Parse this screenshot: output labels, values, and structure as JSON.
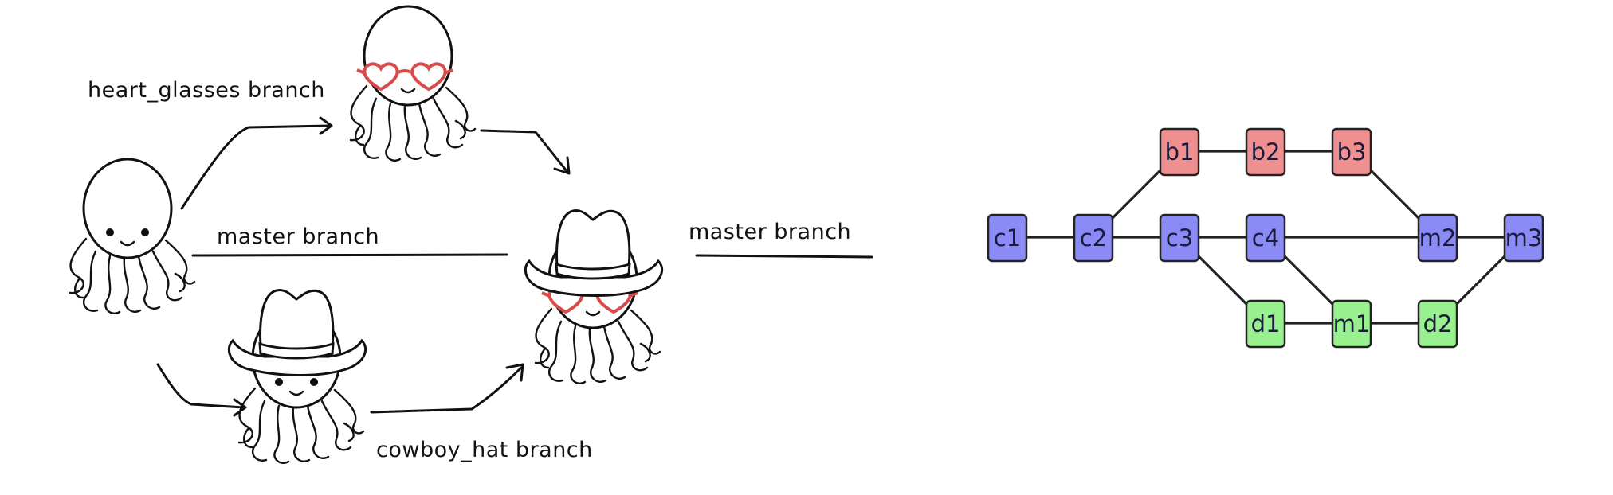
{
  "left_diagram": {
    "labels": {
      "heart_glasses_branch": "heart_glasses branch",
      "master_branch_left": "master branch",
      "master_branch_right": "master branch",
      "cowboy_hat_branch": "cowboy_hat branch"
    }
  },
  "right_graph": {
    "colors": {
      "master": "#8b8bf5",
      "b_branch": "#f08f8f",
      "d_branch": "#98f08e",
      "edge": "#222222"
    },
    "nodes": {
      "c1": "c1",
      "c2": "c2",
      "c3": "c3",
      "c4": "c4",
      "m2": "m2",
      "m3": "m3",
      "b1": "b1",
      "b2": "b2",
      "b3": "b3",
      "d1": "d1",
      "m1": "m1",
      "d2": "d2"
    }
  }
}
